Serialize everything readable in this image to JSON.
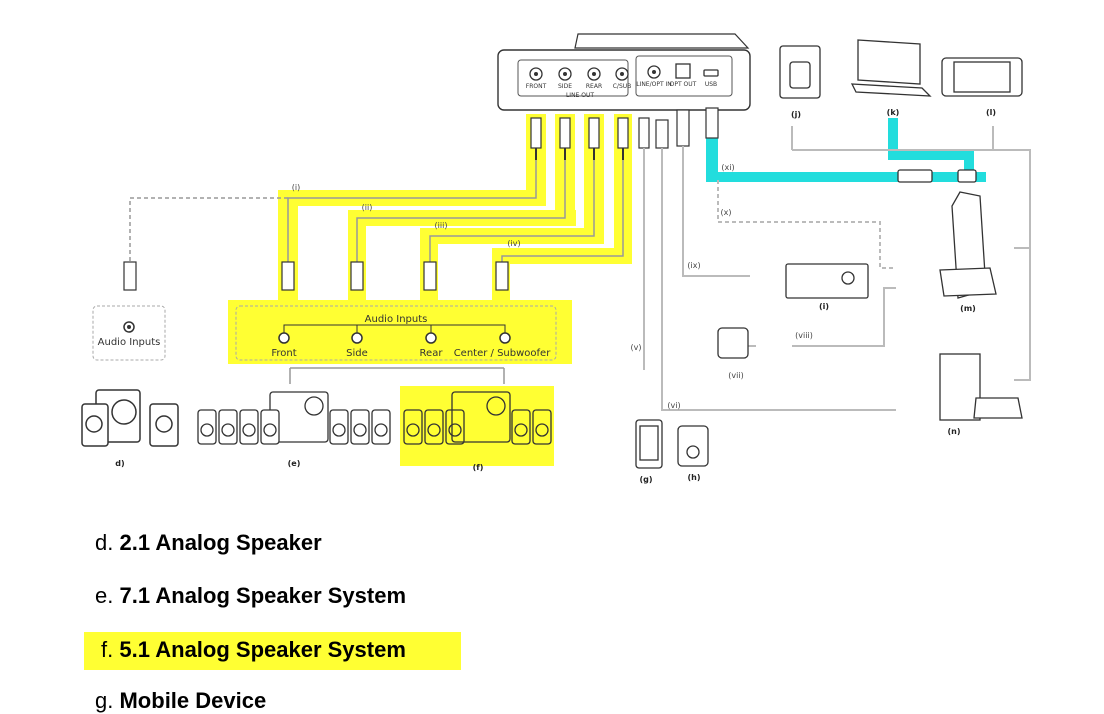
{
  "device": {
    "line_out_ports": [
      "FRONT",
      "SIDE",
      "REAR",
      "C/SUB"
    ],
    "line_out_label": "LINE OUT",
    "line_in_port": "LINE/OPT IN",
    "opt_out_port": "OPT OUT",
    "usb_port": "USB"
  },
  "audio_inputs_single": {
    "label": "Audio Inputs"
  },
  "audio_inputs_group": {
    "title": "Audio Inputs",
    "ports": [
      "Front",
      "Side",
      "Rear",
      "Center / Subwoofer"
    ]
  },
  "cables": [
    "(i)",
    "(ii)",
    "(iii)",
    "(iv)",
    "(v)",
    "(vi)",
    "(vii)",
    "(viii)",
    "(ix)",
    "(x)",
    "(xi)"
  ],
  "devices": {
    "d": "d)",
    "e": "(e)",
    "f": "(f)",
    "g": "(g)",
    "h": "(h)",
    "i": "(i)",
    "j": "(j)",
    "k": "(k)",
    "l": "(l)",
    "m": "(m)",
    "n": "(n)"
  },
  "captions": [
    {
      "letter": "d.",
      "text": "2.1 Analog Speaker",
      "highlighted": false
    },
    {
      "letter": "e.",
      "text": "7.1 Analog Speaker System",
      "highlighted": false
    },
    {
      "letter": "f.",
      "text": "5.1 Analog Speaker System",
      "highlighted": true
    },
    {
      "letter": "g.",
      "text": "Mobile Device",
      "highlighted": false
    }
  ],
  "colors": {
    "highlight": "#ffff33",
    "usb_highlight": "#22dddd",
    "cable": "#bbbbbb"
  }
}
